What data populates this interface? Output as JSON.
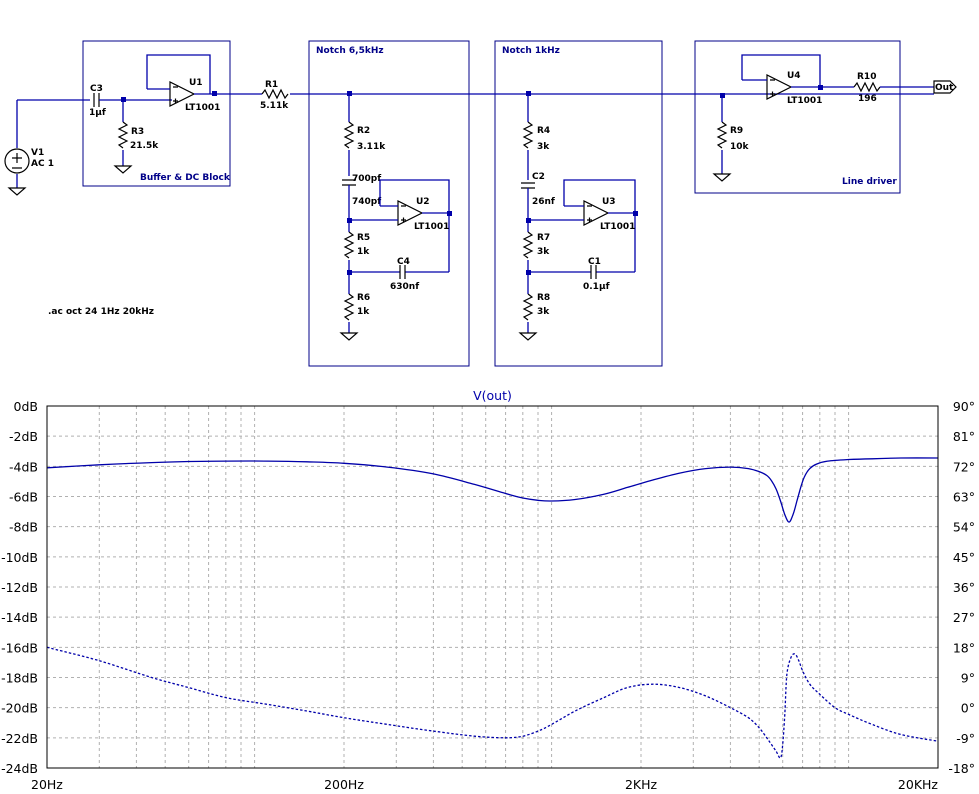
{
  "schematic": {
    "blocks": {
      "buffer": "Buffer & DC Block",
      "notch65": "Notch 6,5kHz",
      "notch1": "Notch 1kHz",
      "line": "Line driver"
    },
    "directive": ".ac oct 24 1Hz 20kHz",
    "source": {
      "name": "V1",
      "value": "AC 1"
    },
    "output_label": "Out",
    "opamp_model": "LT1001",
    "components": {
      "C3": {
        "name": "C3",
        "value": "1µf"
      },
      "R3": {
        "name": "R3",
        "value": "21.5k"
      },
      "U1": {
        "name": "U1",
        "value": "LT1001"
      },
      "R1": {
        "name": "R1",
        "value": "5.11k"
      },
      "R2": {
        "name": "R2",
        "value": "3.11k"
      },
      "C_700": {
        "name": "",
        "value": "700pf"
      },
      "C_740": {
        "name": "",
        "value": "740pf"
      },
      "U2": {
        "name": "U2",
        "value": "LT1001"
      },
      "R5": {
        "name": "R5",
        "value": "1k"
      },
      "C4": {
        "name": "C4",
        "value": "630nf"
      },
      "R6": {
        "name": "R6",
        "value": "1k"
      },
      "R4": {
        "name": "R4",
        "value": "3k"
      },
      "C2": {
        "name": "C2",
        "value": "26nf"
      },
      "U3": {
        "name": "U3",
        "value": "LT1001"
      },
      "R7": {
        "name": "R7",
        "value": "3k"
      },
      "C1": {
        "name": "C1",
        "value": "0.1µf"
      },
      "R8": {
        "name": "R8",
        "value": "3k"
      },
      "R9": {
        "name": "R9",
        "value": "10k"
      },
      "U4": {
        "name": "U4",
        "value": "LT1001"
      },
      "R10": {
        "name": "R10",
        "value": "196"
      }
    }
  },
  "chart_data": {
    "type": "line",
    "title": "V(out)",
    "x_scale": "log",
    "xlim": [
      20,
      20000
    ],
    "x_ticks": [
      {
        "value": 20,
        "label": "20Hz"
      },
      {
        "value": 200,
        "label": "200Hz"
      },
      {
        "value": 2000,
        "label": "2KHz"
      },
      {
        "value": 20000,
        "label": "20KHz"
      }
    ],
    "y_left": {
      "lim": [
        -24,
        0
      ],
      "ticks": [
        "0dB",
        "-2dB",
        "-4dB",
        "-6dB",
        "-8dB",
        "-10dB",
        "-12dB",
        "-14dB",
        "-16dB",
        "-18dB",
        "-20dB",
        "-22dB",
        "-24dB"
      ]
    },
    "y_right": {
      "lim": [
        -18,
        90
      ],
      "ticks": [
        "90°",
        "81°",
        "72°",
        "63°",
        "54°",
        "45°",
        "36°",
        "27°",
        "18°",
        "9°",
        "0°",
        "-9°",
        "-18°"
      ]
    },
    "grid": true,
    "colors": {
      "trace": "#0000aa",
      "grid": "#b0b0b0",
      "frame": "#000000"
    },
    "series": [
      {
        "name": "V(out)",
        "quantity": "magnitude_dB",
        "axis": "left",
        "style": "solid",
        "x": [
          20,
          30,
          45,
          60,
          80,
          110,
          150,
          200,
          280,
          400,
          550,
          700,
          800,
          900,
          1000,
          1200,
          1500,
          1800,
          2200,
          2700,
          3300,
          4000,
          4600,
          5000,
          5300,
          5500,
          5700,
          5900,
          6100,
          6300,
          6500,
          6700,
          6900,
          7100,
          7400,
          7800,
          8500,
          10000,
          12000,
          15000,
          20000
        ],
        "values": [
          -4.1,
          -3.9,
          -3.75,
          -3.68,
          -3.65,
          -3.65,
          -3.7,
          -3.8,
          -4.05,
          -4.5,
          -5.2,
          -5.8,
          -6.1,
          -6.25,
          -6.3,
          -6.2,
          -5.85,
          -5.4,
          -4.9,
          -4.45,
          -4.15,
          -4.05,
          -4.15,
          -4.35,
          -4.6,
          -4.95,
          -5.5,
          -6.3,
          -7.2,
          -7.7,
          -7.2,
          -6.3,
          -5.4,
          -4.7,
          -4.15,
          -3.85,
          -3.65,
          -3.55,
          -3.5,
          -3.45,
          -3.45
        ]
      },
      {
        "name": "V(out)",
        "quantity": "phase_deg",
        "axis": "right",
        "style": "dashed",
        "x": [
          20,
          30,
          45,
          60,
          80,
          110,
          150,
          200,
          280,
          400,
          550,
          700,
          800,
          900,
          1000,
          1200,
          1500,
          1800,
          2200,
          2700,
          3300,
          4000,
          4600,
          5000,
          5300,
          5500,
          5700,
          5900,
          6000,
          6100,
          6200,
          6400,
          6600,
          6800,
          7000,
          7400,
          8000,
          9000,
          10000,
          12000,
          15000,
          20000
        ],
        "values": [
          18,
          14,
          9,
          6,
          3,
          1,
          -1,
          -3,
          -5,
          -7,
          -8.5,
          -9,
          -8.5,
          -7,
          -5,
          -1,
          3,
          6,
          7,
          6,
          3.5,
          0,
          -3,
          -6,
          -9,
          -11,
          -13,
          -15,
          -11,
          -2,
          10,
          15,
          16,
          14,
          11,
          7,
          4,
          0,
          -2,
          -5,
          -8,
          -10
        ]
      }
    ]
  }
}
